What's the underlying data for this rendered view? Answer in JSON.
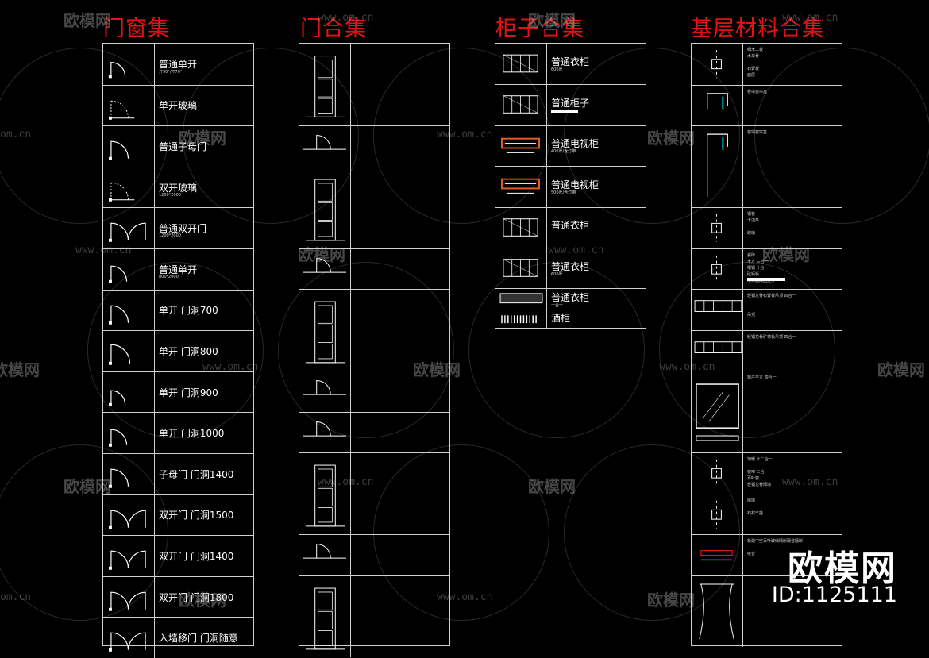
{
  "titles": {
    "col1": "门窗集",
    "col2": "门合集",
    "col3": "柜子合集",
    "col4": "基层材料合集"
  },
  "col1": [
    {
      "label": "普通单开",
      "sub": "开90°/开70°"
    },
    {
      "label": "单开玻璃",
      "sub": ""
    },
    {
      "label": "普通子母门",
      "sub": ""
    },
    {
      "label": "双开玻璃",
      "sub": "1200*2000"
    },
    {
      "label": "普通双开门",
      "sub": "1200*2000"
    },
    {
      "label": "普通单开",
      "sub": "800*2000"
    },
    {
      "label": "单开 门洞700",
      "sub": ""
    },
    {
      "label": "单开 门洞800",
      "sub": ""
    },
    {
      "label": "单开 门洞900",
      "sub": ""
    },
    {
      "label": "单开 门洞1000",
      "sub": ""
    },
    {
      "label": "子母门 门洞1400",
      "sub": ""
    },
    {
      "label": "双开门 门洞1500",
      "sub": ""
    },
    {
      "label": "双开门 门洞1400",
      "sub": ""
    },
    {
      "label": "双开门 门洞1800",
      "sub": ""
    },
    {
      "label": "入墙移门 门洞随意",
      "sub": ""
    }
  ],
  "col3": [
    {
      "label": "普通衣柜",
      "sub": "600厚"
    },
    {
      "label": "普通柜子",
      "sub": ""
    },
    {
      "label": "普通电视柜",
      "sub": "400厚/含灯带"
    },
    {
      "label": "普通电视柜",
      "sub": "500厚/含灯带"
    },
    {
      "label": "普通衣柜",
      "sub": ""
    },
    {
      "label": "普通衣柜",
      "sub": "600厚"
    },
    {
      "label": "普通衣柜",
      "sub": "十合一",
      "label2": "酒柜"
    }
  ],
  "col4": [
    {
      "notes": [
        "细木工板",
        "木龙骨",
        "",
        "石膏板",
        "面层"
      ]
    },
    {
      "notes": [
        "卷帘窗帘盒"
      ]
    },
    {
      "notes": [
        "窗帘窗帘盒"
      ]
    },
    {
      "notes": [
        "钢板",
        "卡边条",
        "",
        "玻璃"
      ]
    },
    {
      "notes": [
        "瓷砖",
        "木方 三合一",
        "槽钢 十合一",
        "硅钙板",
        "木饰面成品挂件"
      ]
    },
    {
      "notes": [
        "轻钢龙骨石膏板吊顶 四合一",
        "",
        "",
        "吊顶"
      ]
    },
    {
      "notes": [
        "轻钢龙骨矿棉板吊顶 四合一"
      ]
    },
    {
      "notes": [
        "窗户平立 四合一"
      ]
    },
    {
      "notes": [
        "地暖 十二合一",
        "",
        "窗帘 二合一",
        "百叶窗",
        "轻钢龙骨隔墙"
      ]
    },
    {
      "notes": [
        "隔墙",
        "",
        "石材干挂"
      ]
    },
    {
      "notes": [
        "新建中空百叶玻璃隔断隔音隔断",
        "",
        "吸音"
      ]
    },
    {
      "notes": []
    }
  ],
  "watermark": {
    "brand": "欧模网",
    "url": "www.om.cn",
    "site_small": "om.cn",
    "id": "ID:1125111"
  },
  "colors": {
    "background": "#000000",
    "title": "#e01414",
    "grid": "#cfcfcf",
    "line": "#ffffff"
  }
}
